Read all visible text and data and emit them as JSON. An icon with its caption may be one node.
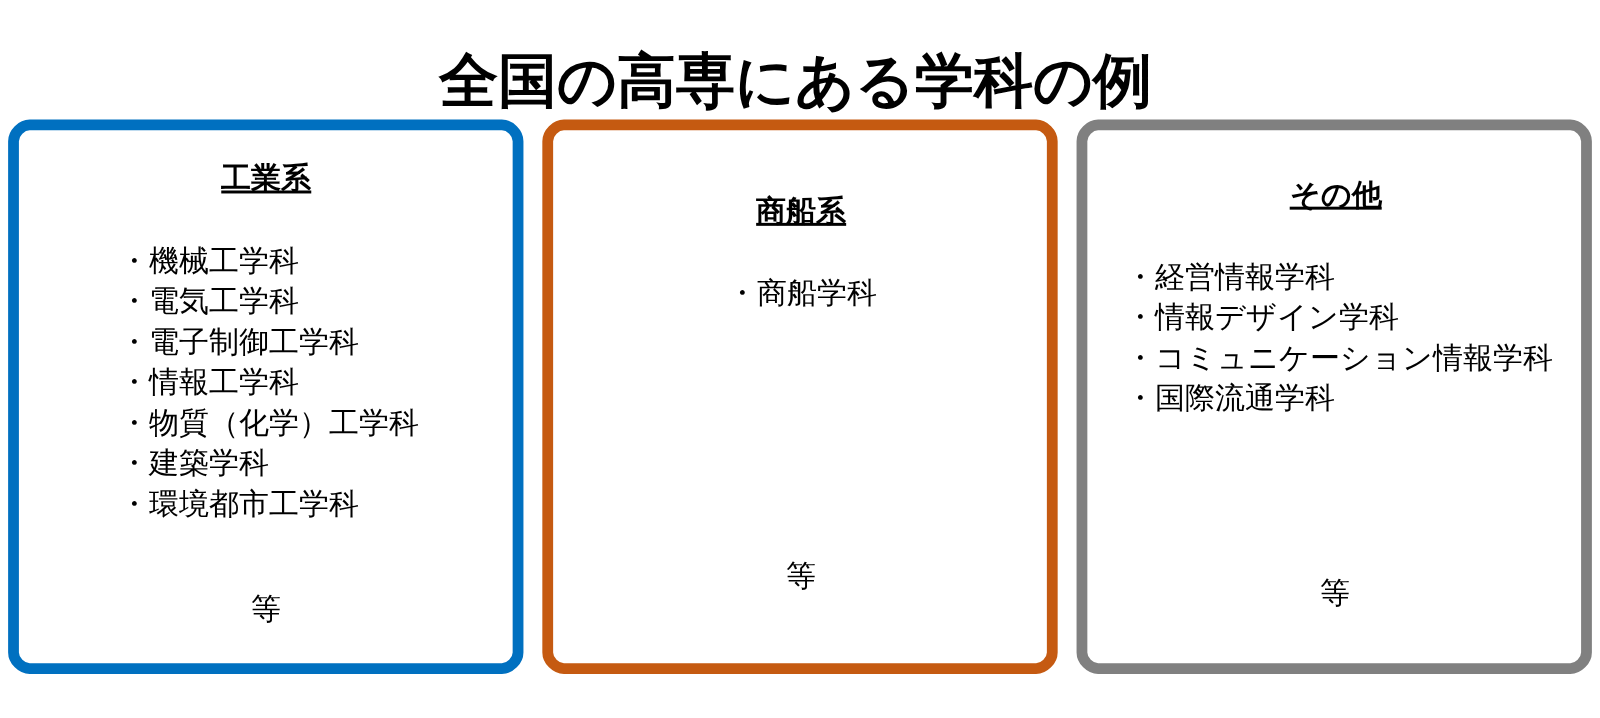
{
  "diagram": {
    "title": "全国の高専にある学科の例",
    "nodes": [
      {
        "text": [
          "工業系",
          "・機械工学科",
          "・電気工学科",
          "・電子制御工学科",
          "・情報工学科",
          "・物質（化学）工学科",
          "・建築学科",
          "・環境都市工学科",
          "等"
        ]
      },
      {
        "text": [
          "商船系",
          "・商船学科",
          "等"
        ]
      },
      {
        "text": [
          "その他",
          "・経営情報学科",
          "・情報デザイン学科",
          "・コミュニケーション情報学科",
          "・国際流通学科",
          "等"
        ]
      }
    ]
  }
}
